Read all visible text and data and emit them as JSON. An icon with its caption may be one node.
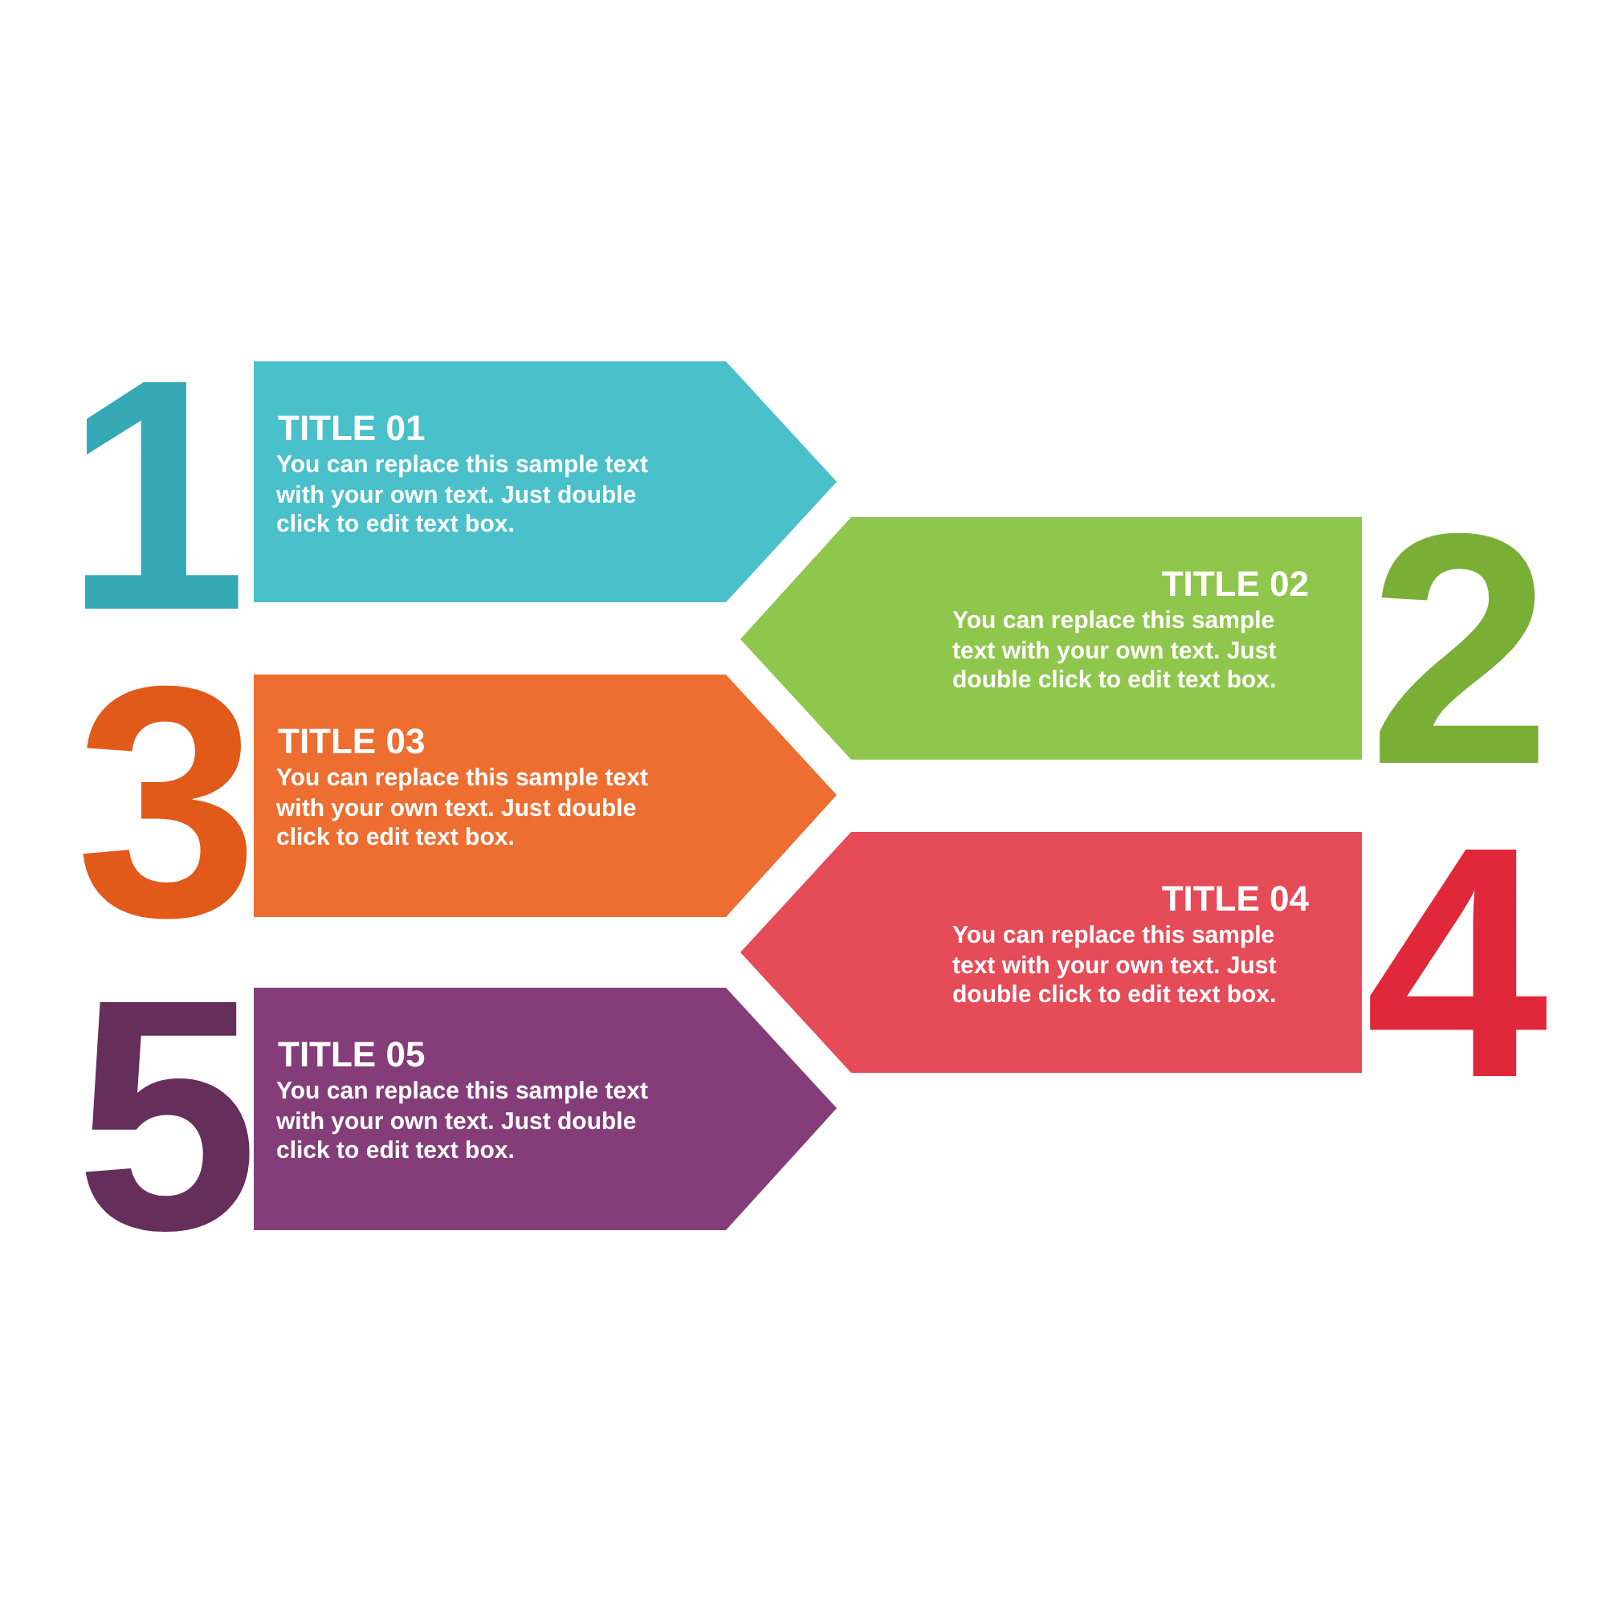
{
  "diagram": {
    "nodes": [
      {
        "text": [
          "1",
          "TITLE 01",
          "You can replace this sample text with your own text. Just double click to edit text box."
        ]
      },
      {
        "text": [
          "TITLE 02",
          "You can replace this sample text with your own text. Just double click to edit text box.",
          "2"
        ]
      },
      {
        "text": [
          "3",
          "TITLE 03",
          "You can replace this sample text with your own text. Just double click to edit text box."
        ]
      },
      {
        "text": [
          "TITLE 04",
          "You can replace this sample text with your own text. Just double click to edit text box.",
          "4"
        ]
      },
      {
        "text": [
          "5",
          "TITLE 05",
          "You can replace this sample text with your own text. Just double click to edit text box."
        ]
      }
    ]
  }
}
